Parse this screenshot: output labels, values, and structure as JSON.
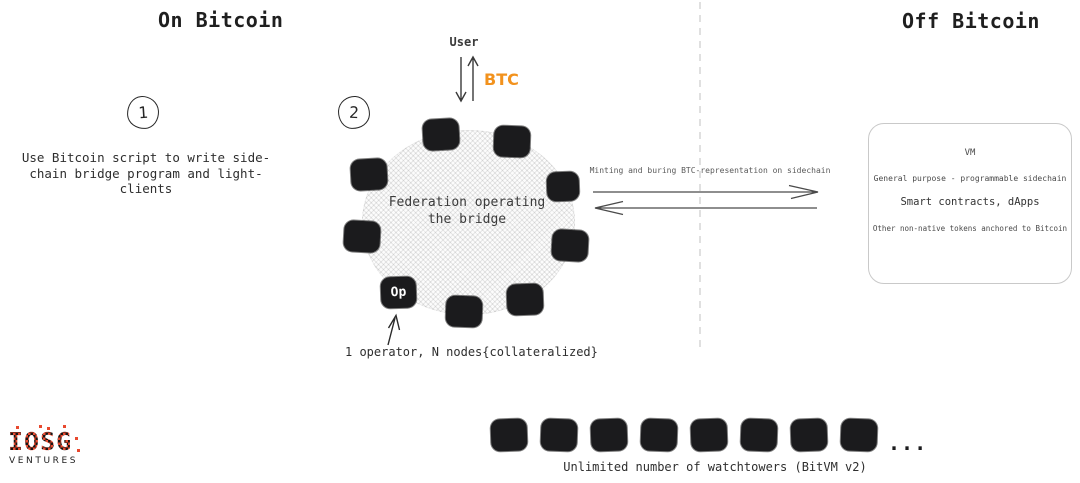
{
  "header": {
    "left_title": "On Bitcoin",
    "right_title": "Off Bitcoin"
  },
  "steps": [
    {
      "number": "1",
      "description": "Use Bitcoin script to write side-chain bridge program and light-clients"
    },
    {
      "number": "2"
    }
  ],
  "user_flow": {
    "user_label": "User",
    "asset_label": "BTC",
    "asset_color": "#F2921D"
  },
  "federation": {
    "label": "Federation operating the bridge",
    "operator_label": "Op",
    "caption": "1 operator, N nodes{collateralized}",
    "node_count": 9
  },
  "bridge_flow": {
    "label": "Minting and buring BTC-representation on sidechain"
  },
  "vm_box": {
    "title": "VM",
    "line1": "General purpose - programmable sidechain",
    "line2": "Smart contracts, dApps",
    "line3": "Other non-native tokens anchored to Bitcoin"
  },
  "watchtowers": {
    "count": 8,
    "ellipsis": "...",
    "caption": "Unlimited number of watchtowers (BitVM v2)"
  },
  "logo": {
    "wordmark": "IOSG",
    "subtitle": "VENTURES",
    "accent_color": "#E8492F"
  }
}
